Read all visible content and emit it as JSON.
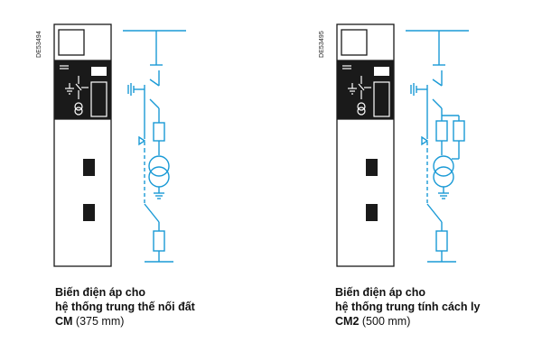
{
  "colors": {
    "cubicle_outline": "#1a1a1a",
    "cubicle_dark": "#1a1a1a",
    "schematic_line": "#1a9ad6"
  },
  "panels": [
    {
      "drawing_code": "DE53494",
      "title_line1": "Biến điện áp cho",
      "title_line2": "hệ thống trung thế nối đất",
      "model": "CM",
      "size": " (375 mm)"
    },
    {
      "drawing_code": "DE53495",
      "title_line1": "Biến điện áp cho",
      "title_line2": "hệ thống trung tính cách ly",
      "model": "CM2",
      "size": " (500 mm)"
    }
  ]
}
